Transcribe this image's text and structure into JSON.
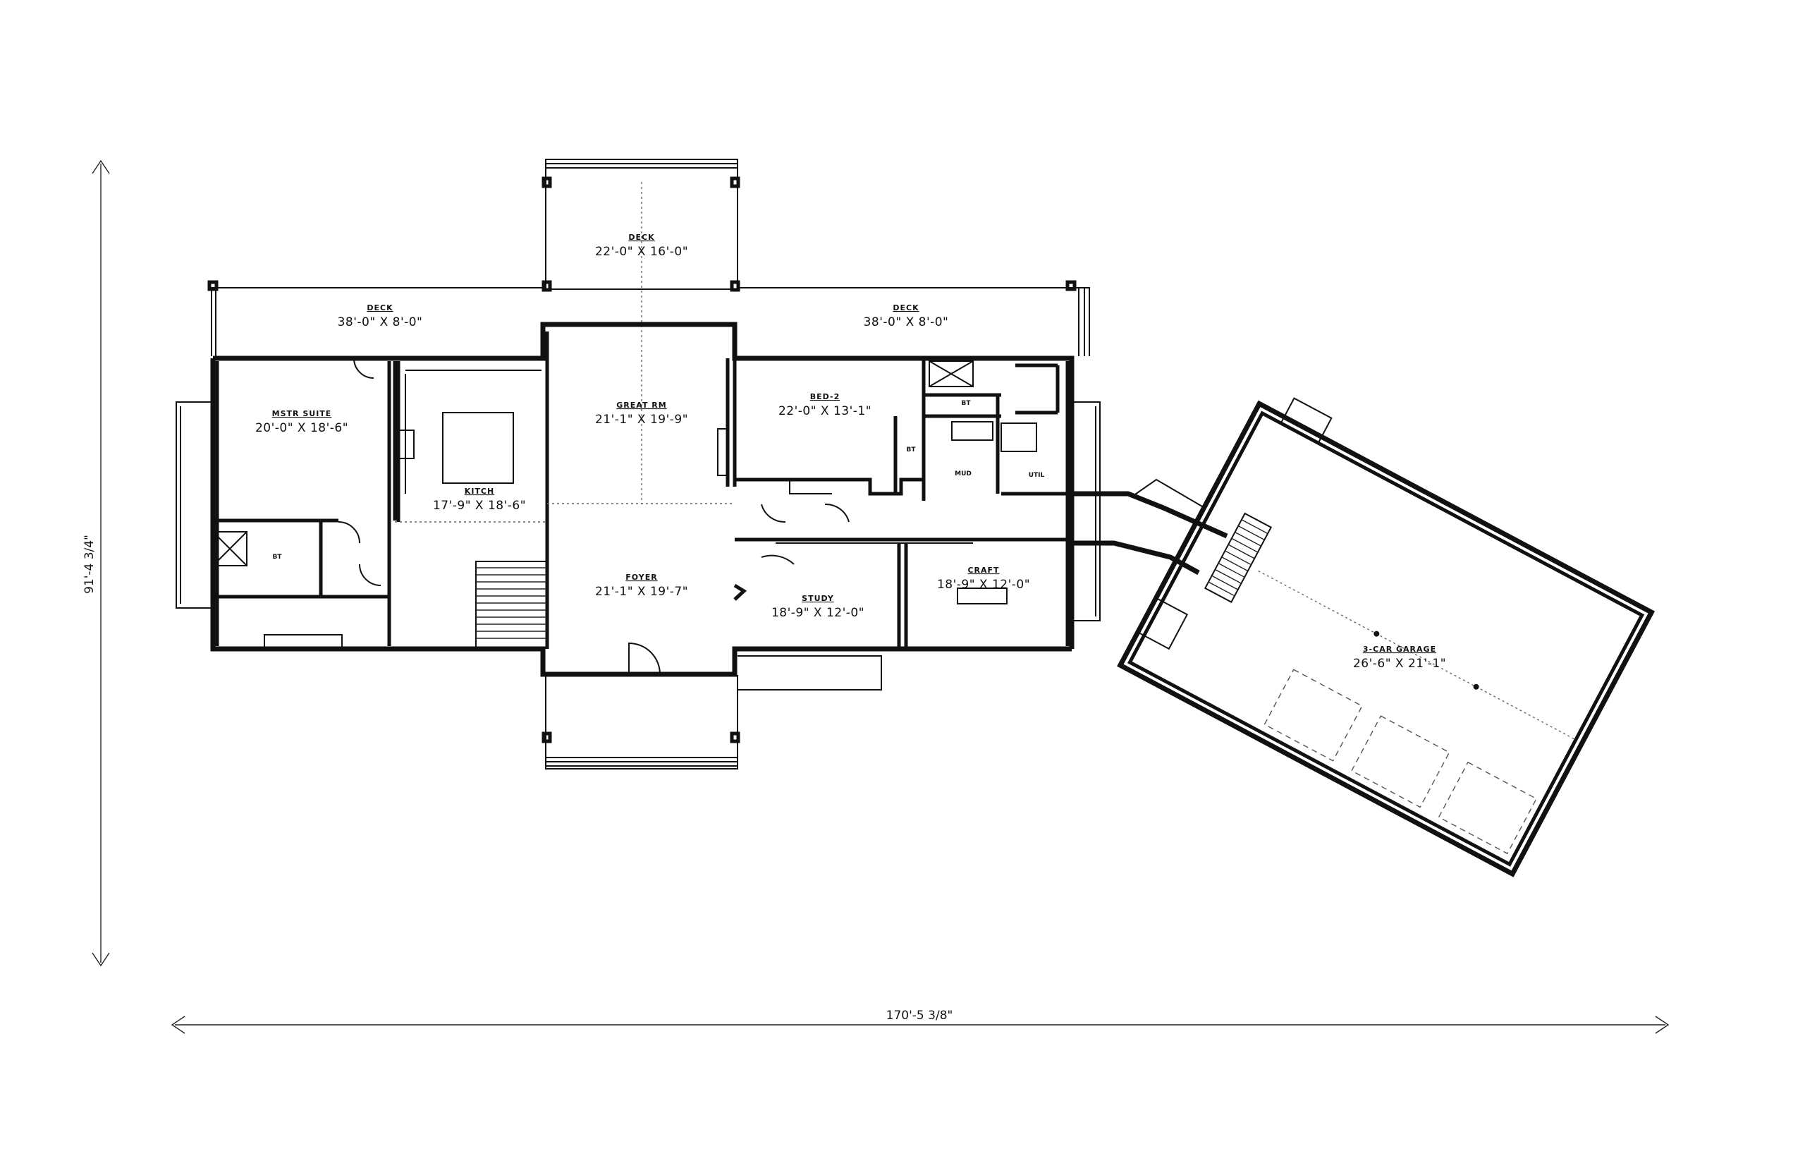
{
  "rooms": {
    "deck_left": {
      "name": "DECK",
      "dims": "38'-0\" X 8'-0\""
    },
    "deck_center": {
      "name": "DECK",
      "dims": "22'-0\" X 16'-0\""
    },
    "deck_right": {
      "name": "DECK",
      "dims": "38'-0\" X 8'-0\""
    },
    "master_suite": {
      "name": "MSTR SUITE",
      "dims": "20'-0\" X 18'-6\""
    },
    "kitchen": {
      "name": "KITCH",
      "dims": "17'-9\" X 18'-6\""
    },
    "great_rm": {
      "name": "GREAT RM",
      "dims": "21'-1\" X 19'-9\""
    },
    "bed_2": {
      "name": "BED-2",
      "dims": "22'-0\" X 13'-1\""
    },
    "foyer": {
      "name": "FOYER",
      "dims": "21'-1\" X 19'-7\""
    },
    "study": {
      "name": "STUDY",
      "dims": "18'-9\" X 12'-0\""
    },
    "craft": {
      "name": "CRAFT",
      "dims": "18'-9\" X 12'-0\""
    },
    "garage": {
      "name": "3-CAR GARAGE",
      "dims": "26'-6\" X 21'-1\""
    }
  },
  "small_labels": {
    "bath_master": "BT",
    "bath_bed2a": "BT",
    "bath_bed2b": "BT",
    "mud": "MUD",
    "util": "UTIL"
  },
  "dimensions": {
    "overall_width": "170'-5 3/8\"",
    "overall_depth": "91'-4 3/4\""
  }
}
